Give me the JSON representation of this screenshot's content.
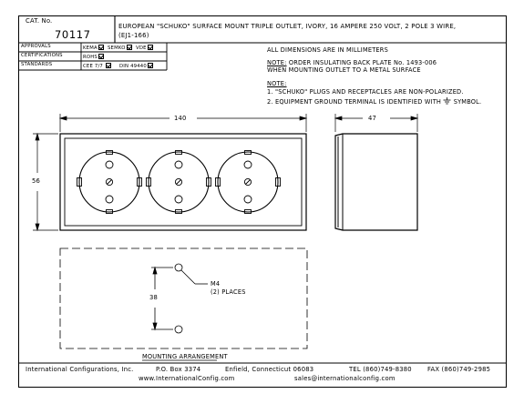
{
  "title_block": {
    "cat_label": "CAT. No.",
    "cat_number": "70117",
    "description_line1": "EUROPEAN \"SCHUKO\" SURFACE MOUNT TRIPLE OUTLET, IVORY, 16 AMPERE 250 VOLT, 2 POLE 3 WIRE,",
    "description_line2": "(EJ1-166)"
  },
  "approvals": {
    "approvals_label": "APPROVALS",
    "certifications_label": "CERTIFICATIONS",
    "standards_label": "STANDARDS",
    "approval_items": [
      "KEMA",
      "SEMKO",
      "VDE"
    ],
    "certification_items": [
      "ROHS"
    ],
    "standard_items": [
      "CEE 7/7",
      "DIN 49440"
    ]
  },
  "notes": {
    "dimensions_note": "ALL DIMENSIONS ARE IN MILLIMETERS",
    "note_heading_1": "NOTE:",
    "note_1_rest": " ORDER INSULATING BACK PLATE No. 1493-006",
    "note_1_line2": "WHEN MOUNTING OUTLET TO A METAL SURFACE",
    "notes_heading": "NOTE:",
    "note_list_1": "1. \"SCHUKO\" PLUGS AND RECEPTACLES ARE NON-POLARIZED.",
    "note_list_2": "2. EQUIPMENT GROUND TERMINAL IS IDENTIFIED WITH",
    "note_list_2_end": "SYMBOL."
  },
  "dimensions": {
    "width": "140",
    "height": "56",
    "depth": "47",
    "mount_spacing": "38"
  },
  "mounting": {
    "screw_label": "M4",
    "places_label": "(2) PLACES",
    "caption": "MOUNTING ARRANGEMENT"
  },
  "footer": {
    "company": "International Configurations, Inc.",
    "po_box": "P.O. Box 3374",
    "city": "Enfield, Connecticut 06083",
    "tel": "TEL (860)749-8380",
    "fax": "FAX (860)749-2985",
    "website": "www.InternationalConfig.com",
    "email": "sales@internationalconfig.com"
  }
}
